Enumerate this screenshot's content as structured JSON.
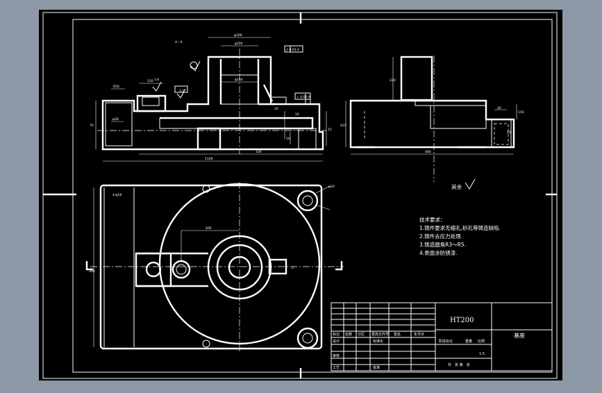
{
  "colors": {
    "background": "#8d98a7",
    "sheet": "#000000",
    "line": "#ffffff"
  },
  "drawing": {
    "material": "HT200",
    "part_name": "基座",
    "scale": "1:5",
    "section_label": "A－A",
    "tolerance_boxes": [
      "// 0.03 A",
      "⊥ 0.01 A"
    ],
    "roughness_other": "其余",
    "notes": {
      "title": "技术要求：",
      "items": [
        "1.铸件要求无缩孔,砂孔等铸造缺陷.",
        "2.铸件去应力处理.",
        "3.铸造圆角R3～R5.",
        "4.表面涂防锈漆."
      ]
    },
    "dims_front": [
      "φ300",
      "φ200",
      "φ150",
      "R50",
      "120",
      "70",
      "20",
      "100",
      "1100",
      "φ30",
      "20",
      "15",
      "10",
      "1.6",
      "3.2"
    ],
    "dims_side": [
      "220",
      "410",
      "480",
      "40",
      "150",
      "20"
    ],
    "dims_top": [
      "4-φ18",
      "φ20",
      "400",
      "300",
      "3"
    ],
    "title_block": {
      "row1": [
        "标记",
        "处数",
        "分区",
        "更改文件号",
        "签名",
        "年月日"
      ],
      "row2": [
        "设计",
        "",
        "",
        "标准化",
        ""
      ],
      "row3": [
        "审核",
        "",
        "",
        "",
        ""
      ],
      "row4": [
        "工艺",
        "",
        "",
        "批准",
        ""
      ],
      "stage_header": [
        "阶段标记",
        "重量",
        "比例"
      ],
      "sheets": "共　张 第　张"
    }
  }
}
